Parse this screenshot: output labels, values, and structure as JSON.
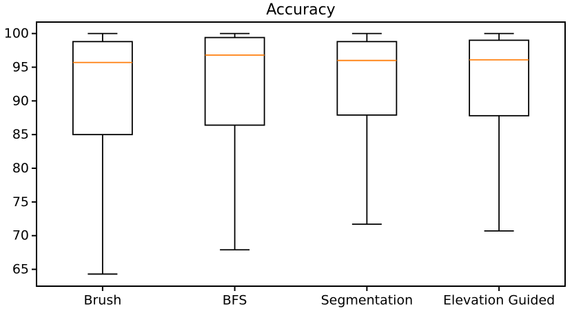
{
  "chart_data": {
    "type": "boxplot",
    "title": "Accuracy",
    "xlabel": "",
    "ylabel": "",
    "grid": false,
    "legend": "none",
    "categories": [
      "Brush",
      "BFS",
      "Segmentation",
      "Elevation Guided"
    ],
    "boxes": [
      {
        "category": "Brush",
        "whisker_low": 64.3,
        "q1": 85.0,
        "median": 95.7,
        "q3": 98.8,
        "whisker_high": 100.0
      },
      {
        "category": "BFS",
        "whisker_low": 67.9,
        "q1": 86.4,
        "median": 96.8,
        "q3": 99.4,
        "whisker_high": 100.0
      },
      {
        "category": "Segmentation",
        "whisker_low": 71.7,
        "q1": 87.9,
        "median": 96.0,
        "q3": 98.8,
        "whisker_high": 100.0
      },
      {
        "category": "Elevation Guided",
        "whisker_low": 70.7,
        "q1": 87.8,
        "median": 96.1,
        "q3": 99.0,
        "whisker_high": 100.0
      }
    ],
    "yticks": [
      65,
      70,
      75,
      80,
      85,
      90,
      95,
      100
    ],
    "ylim": [
      62.5,
      101.7
    ],
    "colors": {
      "box_line": "#000000",
      "whisker_line": "#000000",
      "median_line": "#ff7f0e",
      "spine": "#000000",
      "background": "#ffffff",
      "tick_label": "#000000"
    }
  }
}
